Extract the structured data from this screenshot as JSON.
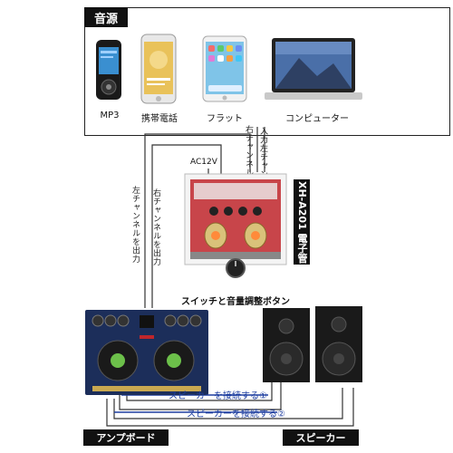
{
  "source": {
    "header": "音源",
    "devices": [
      {
        "label": "MP3",
        "icon": "mp3-player-icon"
      },
      {
        "label": "携帯電話",
        "icon": "smartphone-icon"
      },
      {
        "label": "フラット",
        "icon": "tablet-icon"
      },
      {
        "label": "コンピューター",
        "icon": "laptop-icon"
      }
    ]
  },
  "wires": {
    "input_left": "入力左チャンネル",
    "input_right": "右チャンネルを入力",
    "ac_power": "AC12V",
    "right_out": "右チャンネルを出力",
    "left_out": "左チャンネルを出力"
  },
  "preamp": {
    "name": "XH-A201 電子管",
    "knob_caption": "スイッチと音量調整ボタン"
  },
  "amp": {
    "label": "アンプボード"
  },
  "speaker": {
    "label": "スピーカー"
  },
  "connections": {
    "speaker_1": "スピーカーを接続する①",
    "speaker_2": "スピーカーを接続する②"
  },
  "colors": {
    "wire": "#333333",
    "blue_wire": "#1f3fa0",
    "board_red": "#c0262b",
    "amp_blue": "#1c2e5a"
  }
}
